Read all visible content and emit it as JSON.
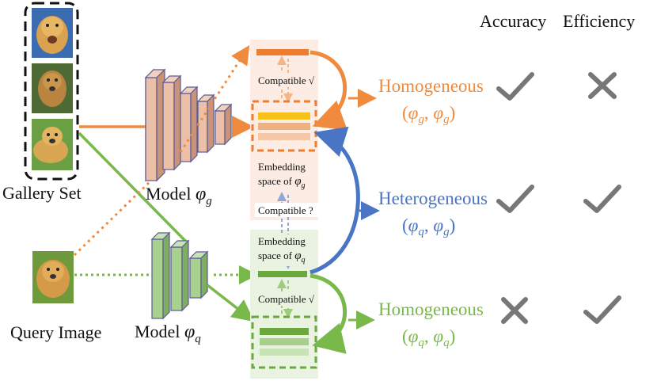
{
  "headers": {
    "accuracy": "Accuracy",
    "efficiency": "Efficiency"
  },
  "labels": {
    "gallery_set": "Gallery Set",
    "query_image": "Query Image",
    "model_g": "Model ",
    "model_g_symbol": "φ",
    "model_g_sub": "g",
    "model_q": "Model ",
    "model_q_symbol": "φ",
    "model_q_sub": "q",
    "compatible_top": "Compatible √",
    "embedding_g_line1": "Embedding",
    "embedding_g_line2": "space of ",
    "embedding_g_sym": "φ",
    "embedding_g_sub": "g",
    "compatible_mid": "Compatible ?",
    "embedding_q_line1": "Embedding",
    "embedding_q_line2": "space of ",
    "embedding_q_sym": "φ",
    "embedding_q_sub": "q",
    "compatible_bottom": "Compatible √"
  },
  "rows": [
    {
      "name": "Homogeneous",
      "pair_open": "(",
      "pair_a": "φ",
      "pair_a_sub": "g",
      "pair_b": "φ",
      "pair_b_sub": "g",
      "pair_close": ")",
      "color": "#f08a3c",
      "accuracy": "check",
      "efficiency": "cross"
    },
    {
      "name": "Heterogeneous",
      "pair_open": "(",
      "pair_a": "φ",
      "pair_a_sub": "q",
      "pair_b": "φ",
      "pair_b_sub": "g",
      "pair_close": ")",
      "color": "#4a74c4",
      "accuracy": "check",
      "efficiency": "check"
    },
    {
      "name": "Homogeneous",
      "pair_open": "(",
      "pair_a": "φ",
      "pair_a_sub": "q",
      "pair_b": "φ",
      "pair_b_sub": "q",
      "pair_close": ")",
      "color": "#79b84a",
      "accuracy": "cross",
      "efficiency": "check"
    }
  ],
  "colors": {
    "orange": "#f08a3c",
    "blue": "#4a74c4",
    "green": "#79b84a",
    "icon_gray": "#777777",
    "model_g_fill": "#e8b9a0",
    "model_q_fill": "#a9d18e",
    "panel_g": "#fdece3",
    "panel_q": "#eaf3e2"
  }
}
